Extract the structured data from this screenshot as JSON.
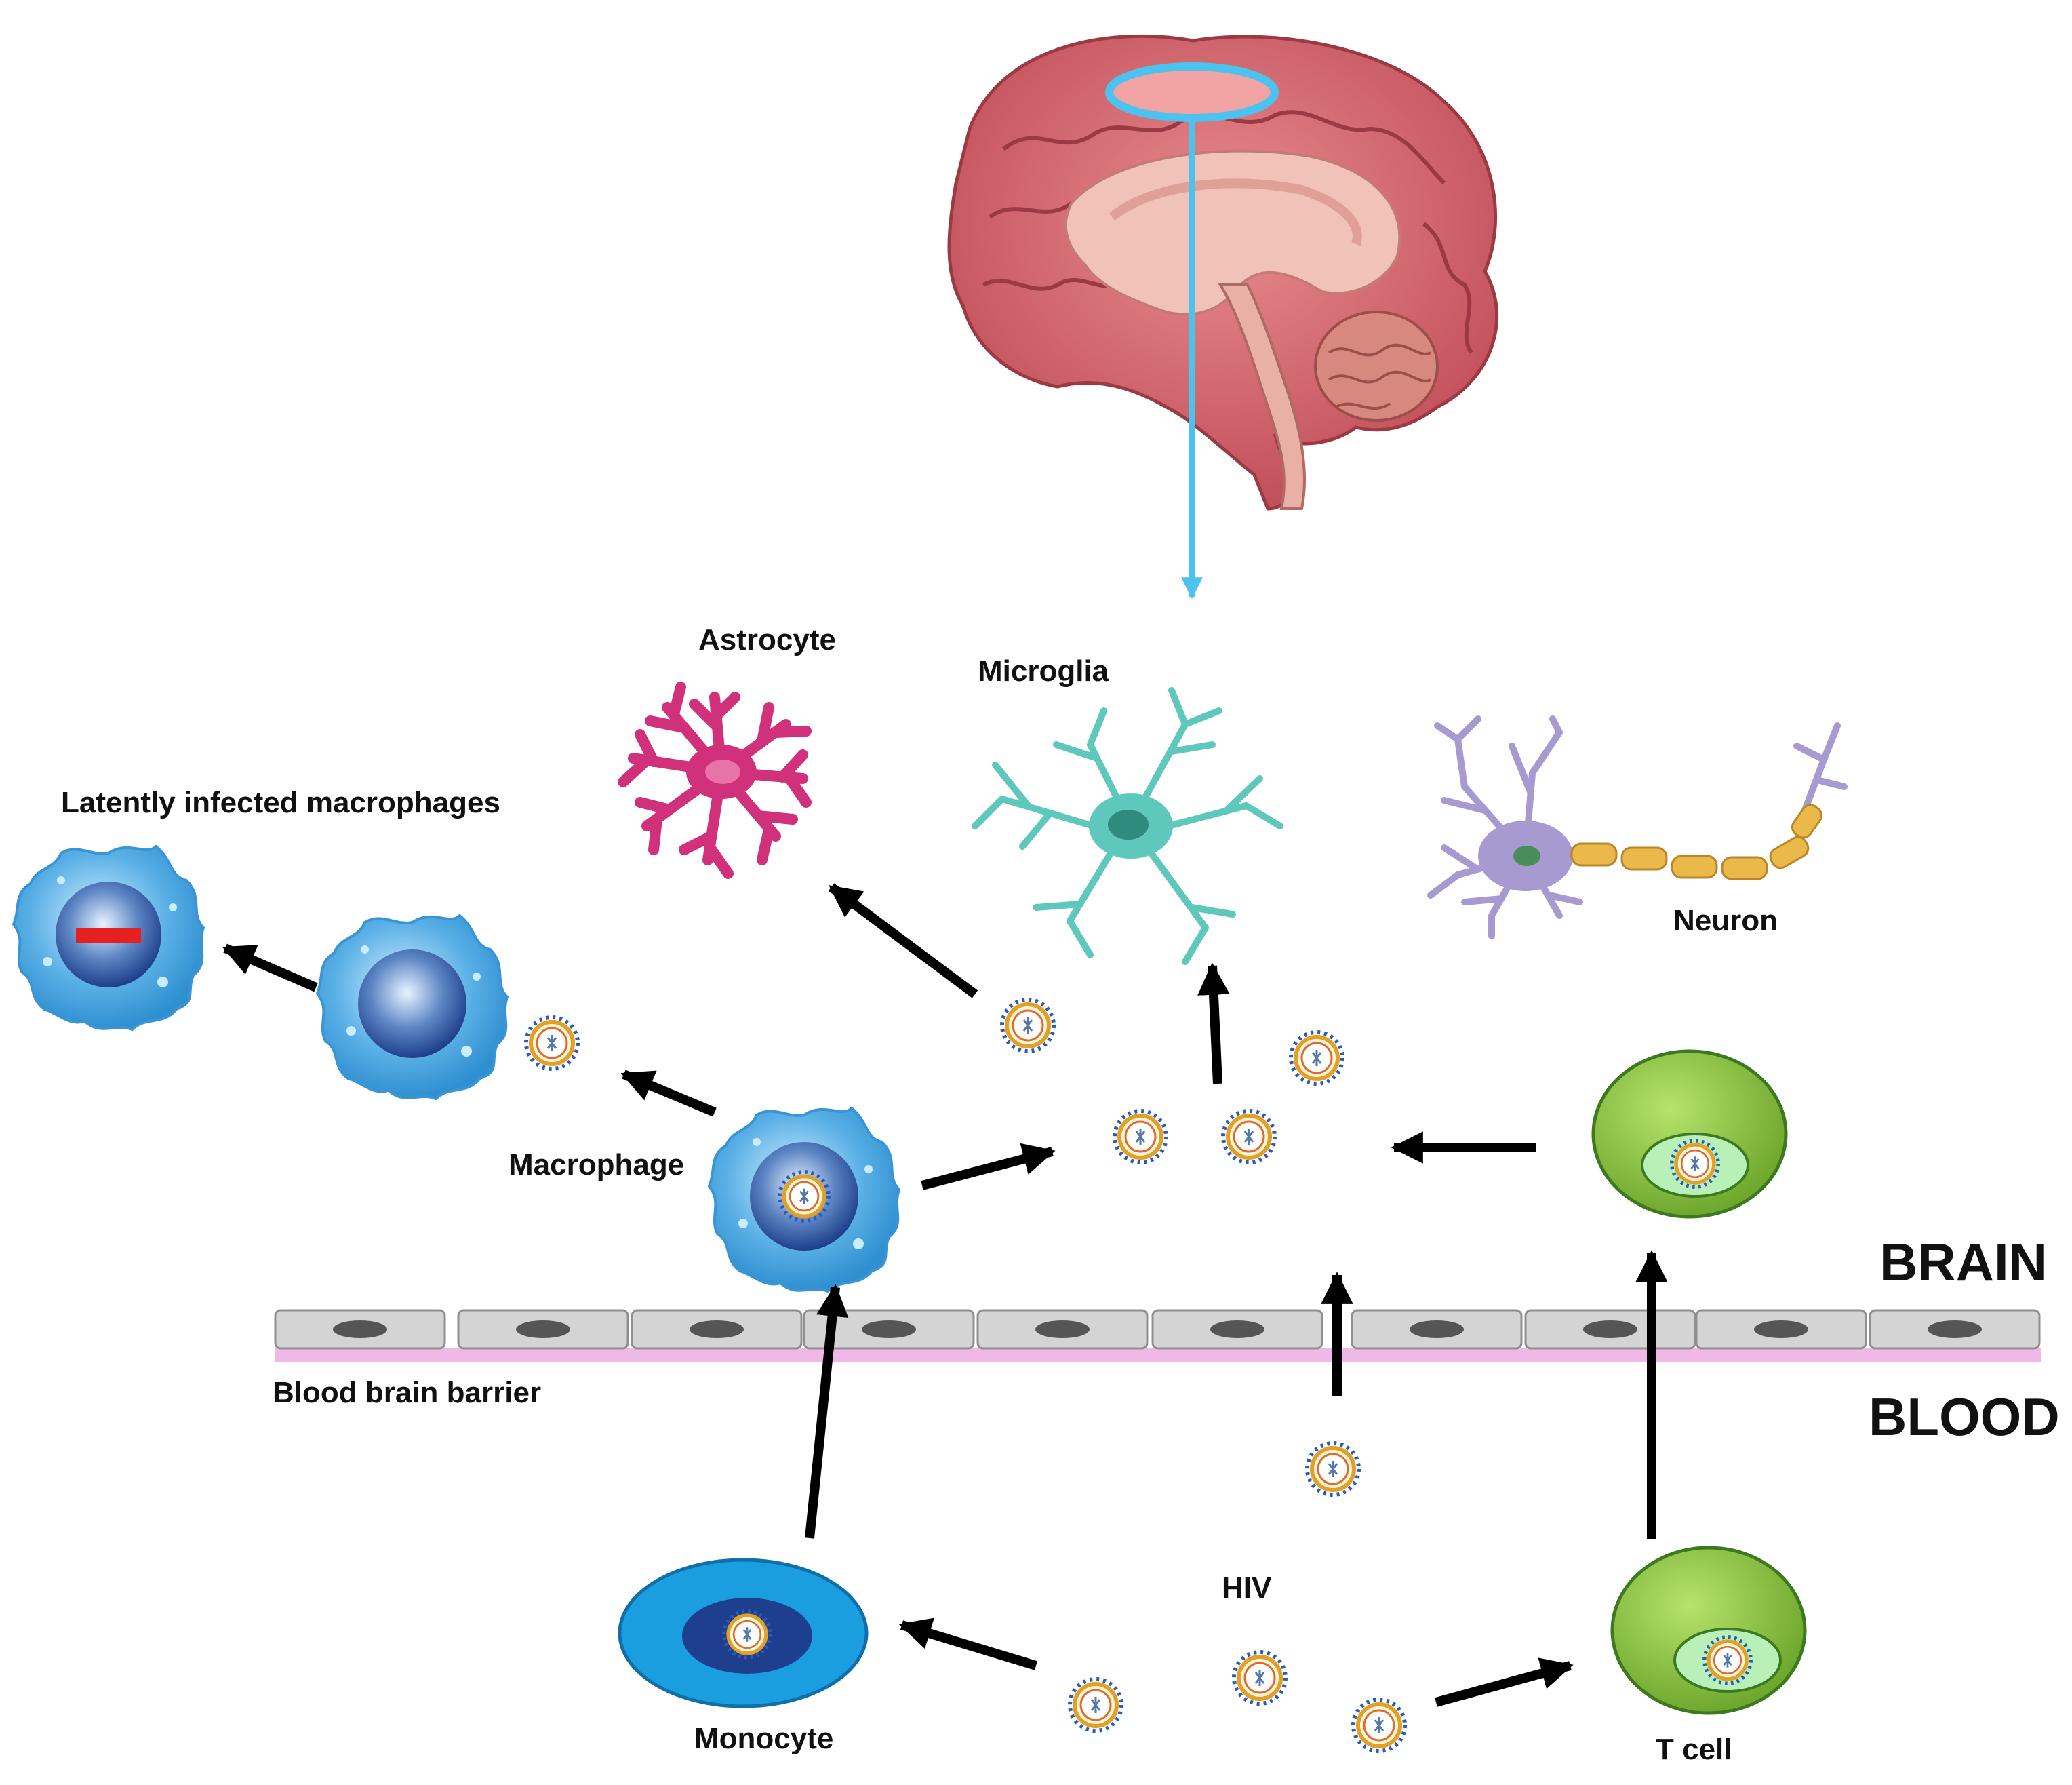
{
  "labels": {
    "astrocyte": "Astrocyte",
    "microglia": "Microglia",
    "latently_infected_macrophages": "Latently infected macrophages",
    "neuron": "Neuron",
    "macrophage": "Macrophage",
    "brain": "BRAIN",
    "blood": "BLOOD",
    "blood_brain_barrier": "Blood brain barrier",
    "hiv": "HIV",
    "monocyte": "Monocyte",
    "t_cell": "T cell"
  },
  "colors": {
    "arrow": "#000000",
    "brain_pointer": "#4cc3ee",
    "brain_cortex": "#d9646e",
    "brain_inner": "#f1c2b8",
    "brain_region_fill": "#f2a3a3",
    "astrocyte": "#d1307a",
    "microglia": "#5fc8bd",
    "neuron_body": "#a79ad0",
    "myelin": "#eab94a",
    "macrophage": "#5ab0e6",
    "monocyte": "#1a9ee0",
    "t_cell": "#8fc54a",
    "t_cell_nucleus": "#b8f0b8",
    "endothelial_cell": "#d4d4d4",
    "endothelial_nucleus": "#555555",
    "barrier_membrane": "#f0b8e6",
    "latency_marker": "#e62020",
    "hiv_core": "#e2a024",
    "hiv_spikes": "#2a5bb8"
  },
  "icons": [
    "brain-icon",
    "astrocyte-icon",
    "microglia-icon",
    "neuron-icon",
    "macrophage-icon",
    "monocyte-icon",
    "t-cell-icon",
    "hiv-virion-icon",
    "endothelial-cell-icon"
  ]
}
